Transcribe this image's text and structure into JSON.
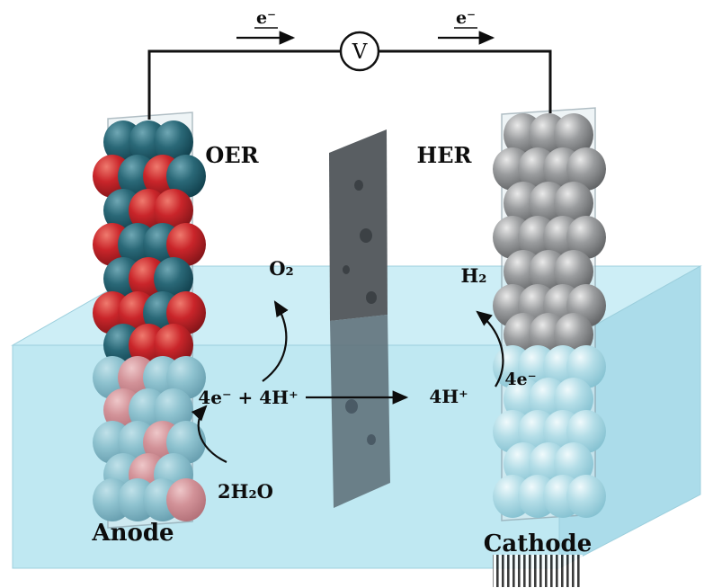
{
  "labels": {
    "electron_flow_left": "e⁻",
    "electron_flow_right": "e⁻",
    "voltmeter": "V",
    "oer": "OER",
    "her": "HER",
    "oxygen_gas": "O₂",
    "hydrogen_gas": "H₂",
    "anode_half_reaction": "4e⁻ + 4H⁺",
    "proton_label": "4H⁺",
    "electron_label": "4e⁻",
    "water_reactant": "2H₂O",
    "anode": "Anode",
    "cathode": "Cathode"
  },
  "colors": {
    "electrolyte_top": "#cdeef6",
    "electrolyte_front": "#bfe8f2",
    "electrolyte_side": "#abdcea",
    "membrane_gray": "#595e62",
    "membrane_submerged": "#5e7079",
    "anode_particle_teal": "#1b5260",
    "anode_particle_red": "#c0211f",
    "cathode_particle_gray": "#98999b",
    "submerged_particle_blue": "#a9dae4",
    "wire_black": "#111111"
  }
}
